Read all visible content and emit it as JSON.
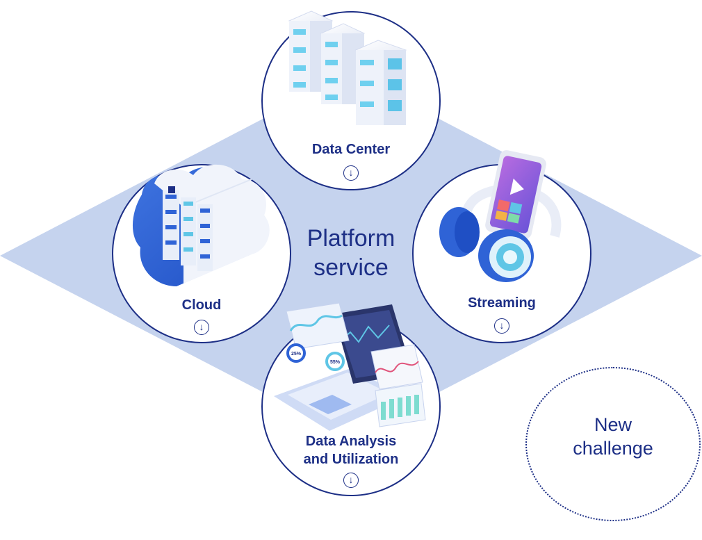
{
  "center": {
    "line1": "Platform",
    "line2": "service"
  },
  "nodes": {
    "data_center": {
      "label": "Data Center"
    },
    "cloud": {
      "label": "Cloud"
    },
    "streaming": {
      "label": "Streaming"
    },
    "analysis": {
      "line1": "Data Analysis",
      "line2": "and Utilization"
    }
  },
  "new_challenge": {
    "line1": "New",
    "line2": "challenge"
  },
  "arrow_glyph": "↓",
  "dashboard": {
    "gauge1": "25%",
    "gauge2": "55%"
  },
  "colors": {
    "navy": "#1d2f86",
    "diamond": "#c5d3ee",
    "blue": "#2f63d6",
    "cyan": "#5fc6e6"
  }
}
